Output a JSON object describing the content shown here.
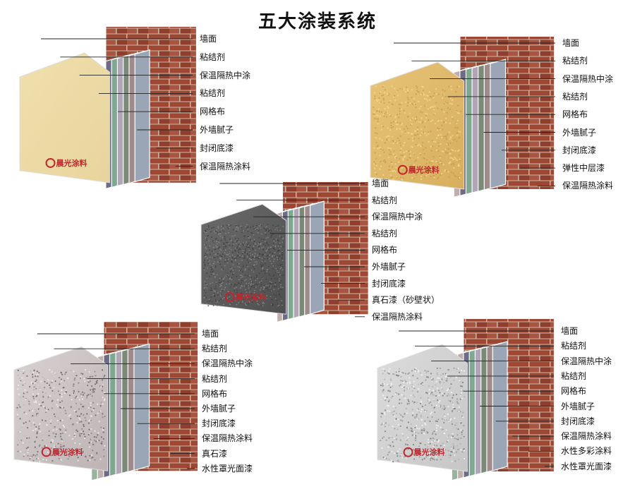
{
  "title": "五大涂装系统",
  "brand": "晨光涂料",
  "colors": {
    "brick": "#9e4634",
    "mortar": "#c9b9a3",
    "layers": [
      "#9aa6b5",
      "#a08b8c",
      "#7b8a77",
      "#b1a6b8",
      "#7fa891",
      "#6d6b85",
      "#c0aeac",
      "#98b49d",
      "#b89a90",
      "#8d9aa7"
    ]
  },
  "systems": [
    {
      "name": "system-1",
      "finish_colors": [
        "#f0e0ad",
        "#e8d49d"
      ],
      "finish_texture": "smooth",
      "labels": [
        "墙面",
        "粘结剂",
        "保温隔热中涂",
        "粘结剂",
        "网格布",
        "外墙腻子",
        "封闭底漆",
        "保温隔热涂料"
      ]
    },
    {
      "name": "system-2",
      "finish_colors": [
        "#e7c478",
        "#d8ae5e"
      ],
      "finish_texture": "orange-peel",
      "labels": [
        "墙面",
        "粘结剂",
        "保温隔热中涂",
        "粘结剂",
        "网格布",
        "外墙腻子",
        "封闭底漆",
        "弹性中层漆",
        "保温隔热涂料"
      ]
    },
    {
      "name": "system-3",
      "finish_colors": [
        "#6b6b6b",
        "#4f4f4f"
      ],
      "finish_texture": "sand",
      "labels": [
        "墙面",
        "粘结剂",
        "保温隔热中涂",
        "粘结剂",
        "网格布",
        "外墙腻子",
        "封闭底漆",
        "真石漆（砂壁状）",
        "保温隔热涂料"
      ]
    },
    {
      "name": "system-4",
      "finish_colors": [
        "#d9d2d2",
        "#bdb3b4"
      ],
      "finish_texture": "granite",
      "labels": [
        "墙面",
        "粘结剂",
        "保温隔热中涂",
        "粘结剂",
        "网格布",
        "外墙腻子",
        "封闭底漆",
        "保温隔热涂料",
        "真石漆",
        "水性罩光面漆"
      ]
    },
    {
      "name": "system-5",
      "finish_colors": [
        "#dcdcdc",
        "#c6c6c6"
      ],
      "finish_texture": "multicolor",
      "labels": [
        "墙面",
        "粘结剂",
        "保温隔热中涂",
        "粘结剂",
        "网格布",
        "外墙腻子",
        "封闭底漆",
        "保温隔热涂料",
        "水性多彩涂料",
        "水性罩光面漆"
      ]
    }
  ]
}
